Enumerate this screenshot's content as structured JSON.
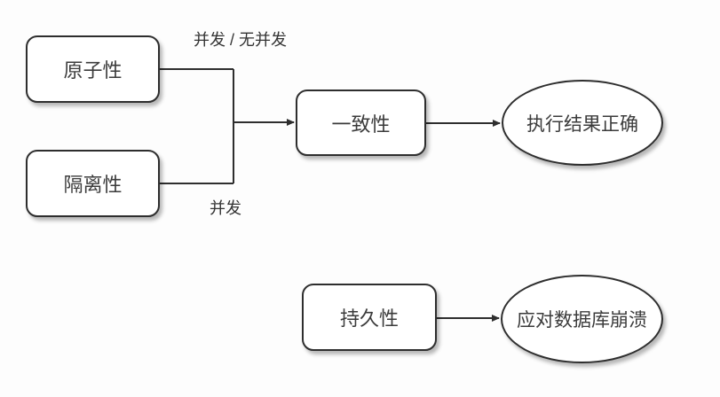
{
  "diagram": {
    "nodes": {
      "atomicity": {
        "label": "原子性",
        "shape": "rounded-rect"
      },
      "isolation": {
        "label": "隔离性",
        "shape": "rounded-rect"
      },
      "consistency": {
        "label": "一致性",
        "shape": "rounded-rect"
      },
      "durability": {
        "label": "持久性",
        "shape": "rounded-rect"
      },
      "result_correct": {
        "label": "执行结果正确",
        "shape": "ellipse"
      },
      "crash_handling": {
        "label": "应对数据库崩溃",
        "shape": "ellipse"
      }
    },
    "edges": [
      {
        "from": "atomicity",
        "to": "consistency",
        "label": "并发 / 无并发"
      },
      {
        "from": "isolation",
        "to": "consistency",
        "label": "并发"
      },
      {
        "from": "consistency",
        "to": "result_correct",
        "label": ""
      },
      {
        "from": "durability",
        "to": "crash_handling",
        "label": ""
      }
    ],
    "colors": {
      "stroke": "#2e2e2e",
      "text": "#333333",
      "node_fill": "#ffffff",
      "background": "#fdfdfd"
    }
  }
}
